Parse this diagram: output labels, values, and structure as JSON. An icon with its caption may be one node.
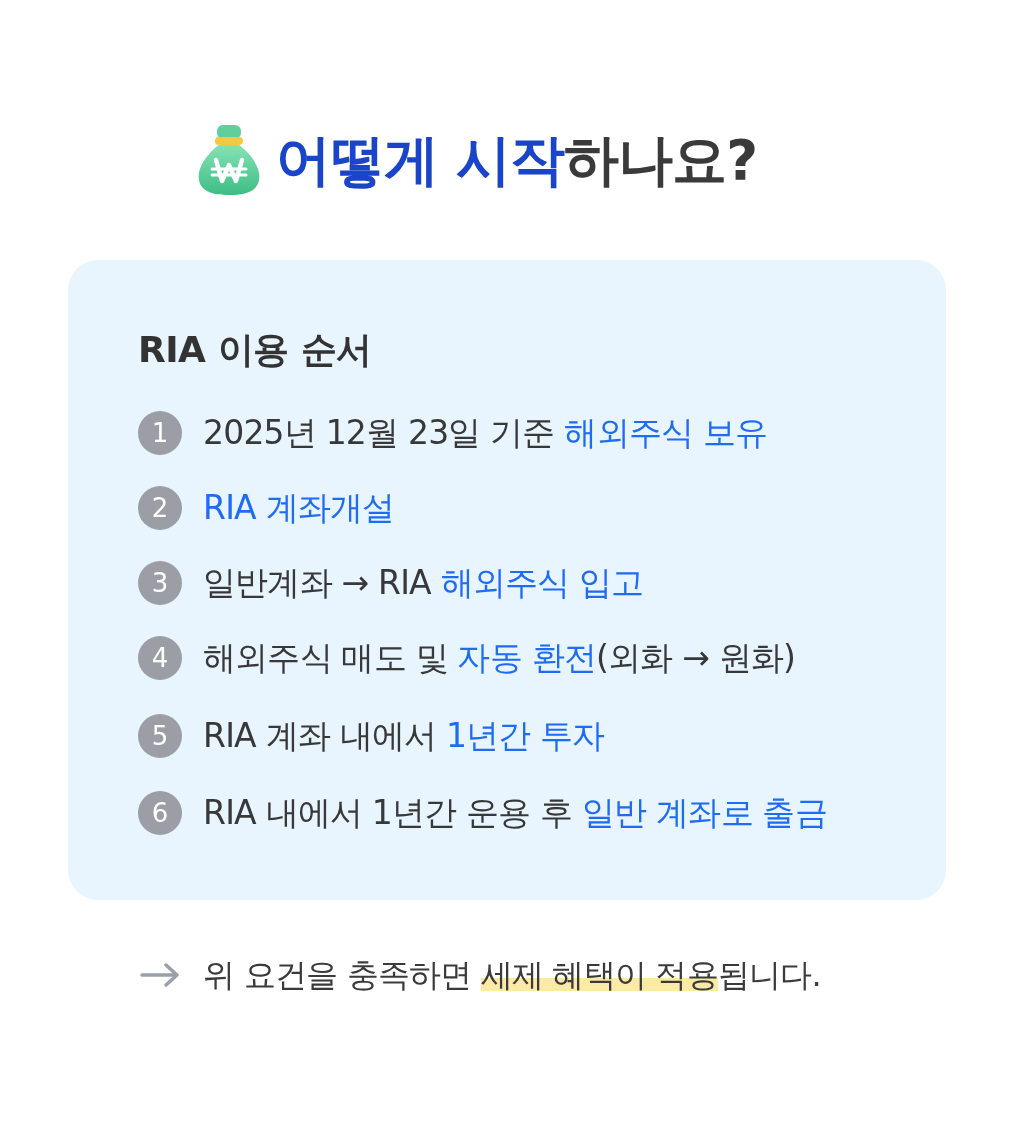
{
  "diagram": {
    "title": "**어떻게 시작**하나요?",
    "nodes": [
      {
        "text": [
          "RIA 이용 순서"
        ]
      },
      {
        "text": [
          "1"
        ],
        "in": 0,
        "beside": [
          "2025년 12월 23일 기준 **해외주식 보유**"
        ]
      },
      {
        "text": [
          "2"
        ],
        "in": 0,
        "beside": [
          "**RIA 계좌개설**"
        ]
      },
      {
        "text": [
          "3"
        ],
        "in": 0,
        "beside": [
          "일반계좌 → RIA **해외주식 입고**"
        ]
      },
      {
        "text": [
          "4"
        ],
        "in": 0,
        "beside": [
          "해외주식 매도 및 **자동 환전**(외화 → 원화)"
        ]
      },
      {
        "text": [
          "5"
        ],
        "in": 0,
        "beside": [
          "RIA 계좌 내에서 **1년간 투자**"
        ]
      },
      {
        "text": [
          "6"
        ],
        "in": 0,
        "beside": [
          "RIA 내에서 1년간 운용 후 **일반 계좌로 출금**"
        ]
      }
    ],
    "labels": [
      "위 요건을 충족하면 **세제 혜택이 적용**됩니다."
    ]
  }
}
